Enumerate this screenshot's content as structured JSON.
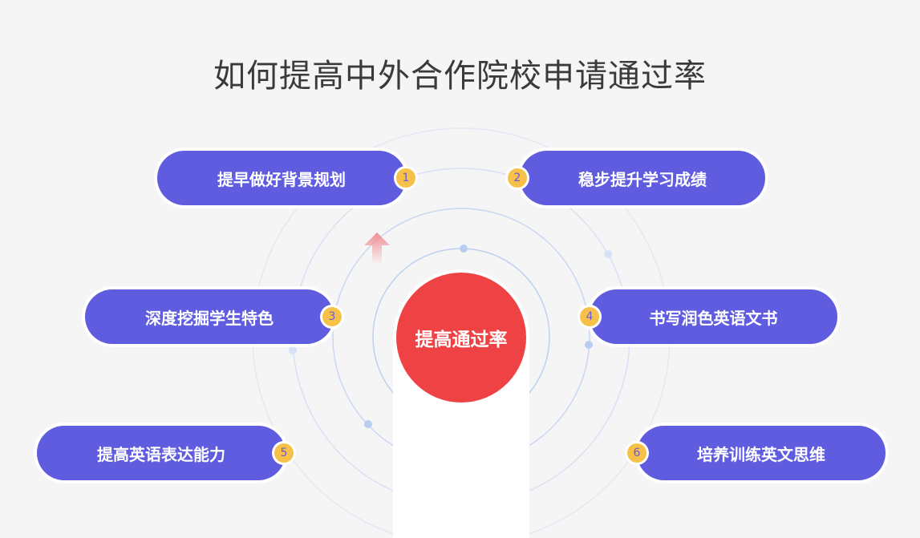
{
  "title": "如何提高中外合作院校申请通过率",
  "center_label": "提高通过率",
  "items": [
    {
      "num": "1",
      "label": "提早做好背景规划"
    },
    {
      "num": "2",
      "label": "稳步提升学习成绩"
    },
    {
      "num": "3",
      "label": "深度挖掘学生特色"
    },
    {
      "num": "4",
      "label": "书写润色英语文书"
    },
    {
      "num": "5",
      "label": "提高英语表达能力"
    },
    {
      "num": "6",
      "label": "培养训练英文思维"
    }
  ],
  "colors": {
    "pill": "#5f5cdf",
    "badge": "#f7c149",
    "center": "#ee4244",
    "ring": "#c9d8f2"
  }
}
